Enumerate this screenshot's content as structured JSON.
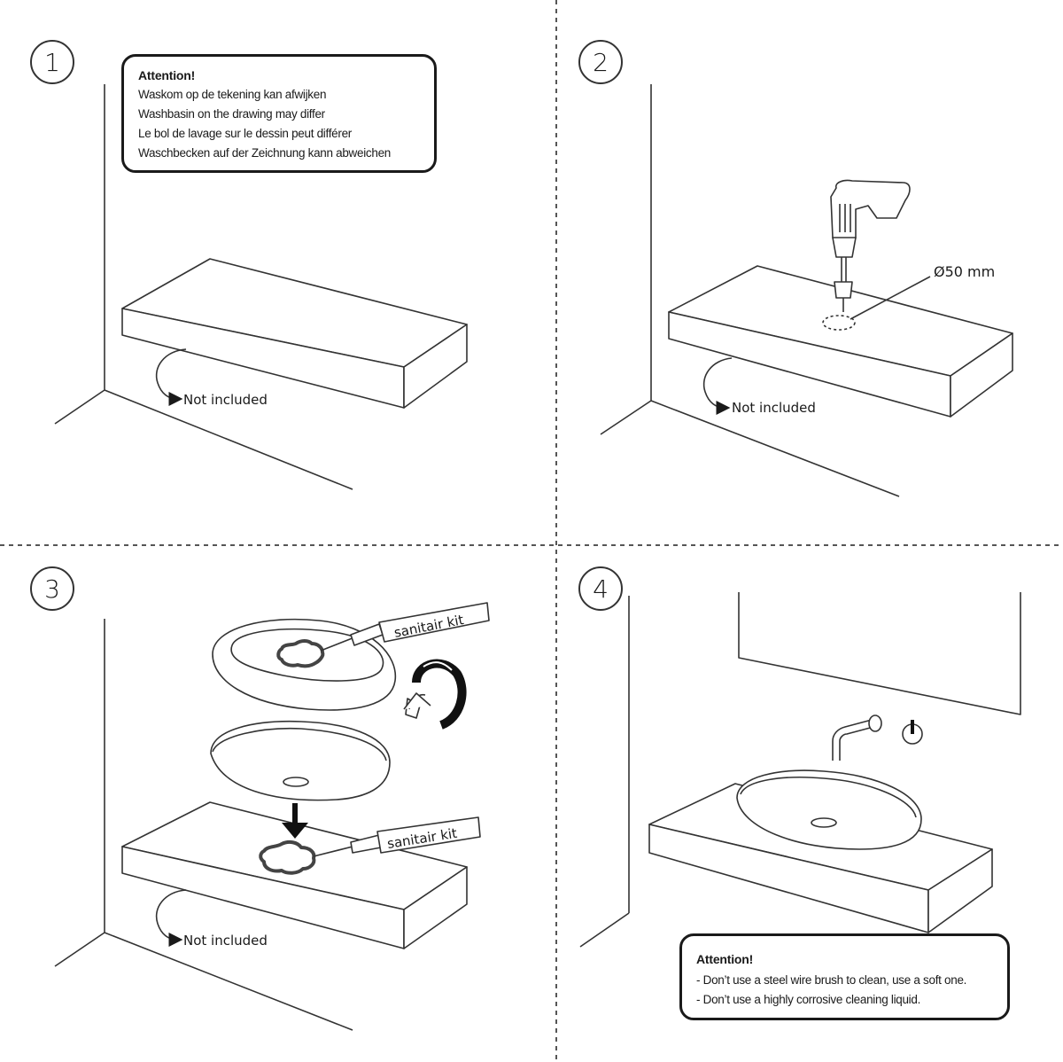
{
  "steps": [
    "1",
    "2",
    "3",
    "4"
  ],
  "note_top": {
    "title": "Attention!",
    "lines": [
      "Waskom op de tekening kan afwijken",
      "Washbasin on the drawing may differ",
      "Le bol de lavage sur le dessin peut différer",
      "Waschbecken auf der Zeichnung kann abweichen"
    ]
  },
  "note_bottom": {
    "title": "Attention!",
    "lines": [
      "- Don’t use a steel wire brush to clean, use a soft one.",
      "- Don’t use a highly corrosive cleaning liquid."
    ]
  },
  "labels": {
    "not_included": "Not included",
    "diameter": "Ø50 mm",
    "sanitair_kit": "sanitair kit"
  }
}
